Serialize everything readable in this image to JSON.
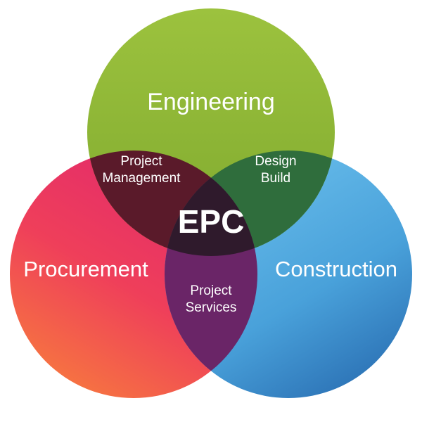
{
  "diagram": {
    "sets": {
      "engineering": {
        "label": "Engineering",
        "color": "#8fb636"
      },
      "procurement": {
        "label": "Procurement",
        "color": "#e62e6b"
      },
      "construction": {
        "label": "Construction",
        "color": "#4fa6dd"
      }
    },
    "overlaps": {
      "engineering_procurement": {
        "line1": "Project",
        "line2": "Management"
      },
      "engineering_construction": {
        "line1": "Design",
        "line2": "Build"
      },
      "procurement_construction": {
        "line1": "Project",
        "line2": "Services"
      }
    },
    "center": {
      "label": "EPC"
    }
  }
}
